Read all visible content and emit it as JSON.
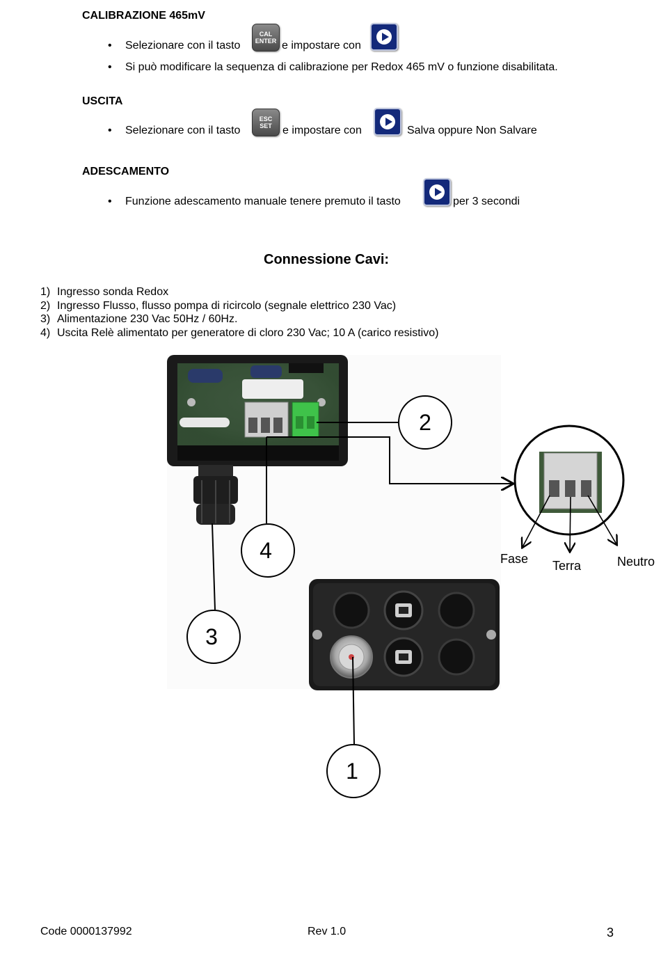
{
  "sections": {
    "calibrazione": {
      "heading": "CALIBRAZIONE  465mV",
      "bullet1_a": "Selezionare con il tasto",
      "bullet1_b": "e impostare con",
      "bullet2": "Si può modificare la sequenza di calibrazione per  Redox 465 mV o funzione disabilitata."
    },
    "uscita": {
      "heading": "USCITA",
      "bullet1_a": "Selezionare con il tasto",
      "bullet1_b": "e impostare con",
      "bullet1_c": "Salva oppure Non Salvare"
    },
    "adescamento": {
      "heading": "ADESCAMENTO",
      "bullet1_a": "Funzione adescamento manuale tenere premuto il tasto",
      "bullet1_b": "per 3 secondi"
    }
  },
  "keys": {
    "cal_enter": [
      "CAL",
      "ENTER"
    ],
    "esc_set": [
      "ESC",
      "SET"
    ]
  },
  "bullet_char": "•",
  "connessione": {
    "title": "Connessione Cavi:",
    "items": [
      {
        "num": "1)",
        "text": "Ingresso sonda Redox"
      },
      {
        "num": "2)",
        "text": "Ingresso Flusso, flusso pompa di ricircolo (segnale elettrico 230 Vac)"
      },
      {
        "num": "3)",
        "text": "Alimentazione 230 Vac 50Hz / 60Hz."
      },
      {
        "num": "4)",
        "text": "Uscita Relè alimentato per generatore di cloro  230 Vac; 10 A (carico resistivo)"
      }
    ]
  },
  "diagram": {
    "callouts": [
      "1",
      "2",
      "3",
      "4"
    ],
    "terminal_labels": [
      "Fase",
      "Terra",
      "Neutro"
    ]
  },
  "footer": {
    "code": "Code 0000137992",
    "rev": "Rev 1.0",
    "page": "3"
  },
  "colors": {
    "play_button": "#13297a",
    "terminal_green": "#3fc24a",
    "housing": "#1a1a1a"
  },
  "icons": [
    "cal-enter-key-icon",
    "esc-set-key-icon",
    "play-button-icon"
  ]
}
